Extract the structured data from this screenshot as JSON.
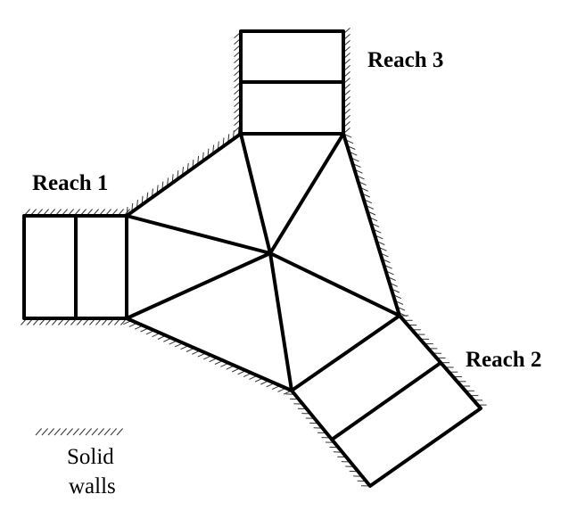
{
  "labels": {
    "reach1": "Reach 1",
    "reach2": "Reach 2",
    "reach3": "Reach 3",
    "legend_line1": "Solid",
    "legend_line2": "walls"
  },
  "colors": {
    "lines": "#000000",
    "hatch": "#333333",
    "background": "#ffffff"
  }
}
